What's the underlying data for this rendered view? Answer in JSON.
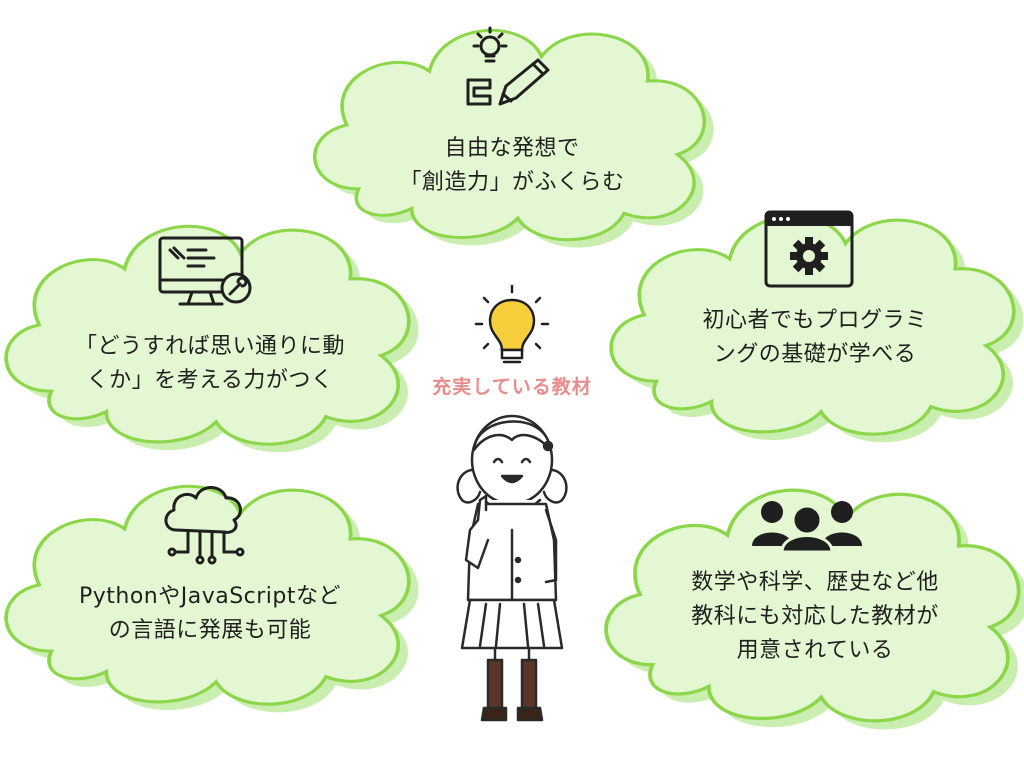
{
  "center": {
    "title": "充実している教材",
    "icon": "lightbulb-icon",
    "figure": "student-girl-illustration"
  },
  "bubbles": {
    "top": {
      "icon": "idea-pencil-icon",
      "line1": "自由な発想で",
      "line2": "「創造力」がふくらむ"
    },
    "upper_left": {
      "icon": "monitor-wrench-icon",
      "line1": "「どうすれば思い通りに動",
      "line2": "くか」を考える力がつく"
    },
    "upper_right": {
      "icon": "browser-gear-icon",
      "line1": "初心者でもプログラミ",
      "line2": "ングの基礎が学べる"
    },
    "lower_left": {
      "icon": "cloud-network-icon",
      "line1": "PythonやJavaScriptなど",
      "line2": "の言語に発展も可能"
    },
    "lower_right": {
      "icon": "people-group-icon",
      "line1": "数学や科学、歴史など他",
      "line2": "教科にも対応した教材が",
      "line3": "用意されている"
    }
  },
  "colors": {
    "cloud_fill": "#e4f7d3",
    "cloud_stroke": "#8cd64a",
    "cloud_shadow": "#caeeb0",
    "center_title": "#e88c8c",
    "bulb_yellow": "#f7cf3c"
  }
}
